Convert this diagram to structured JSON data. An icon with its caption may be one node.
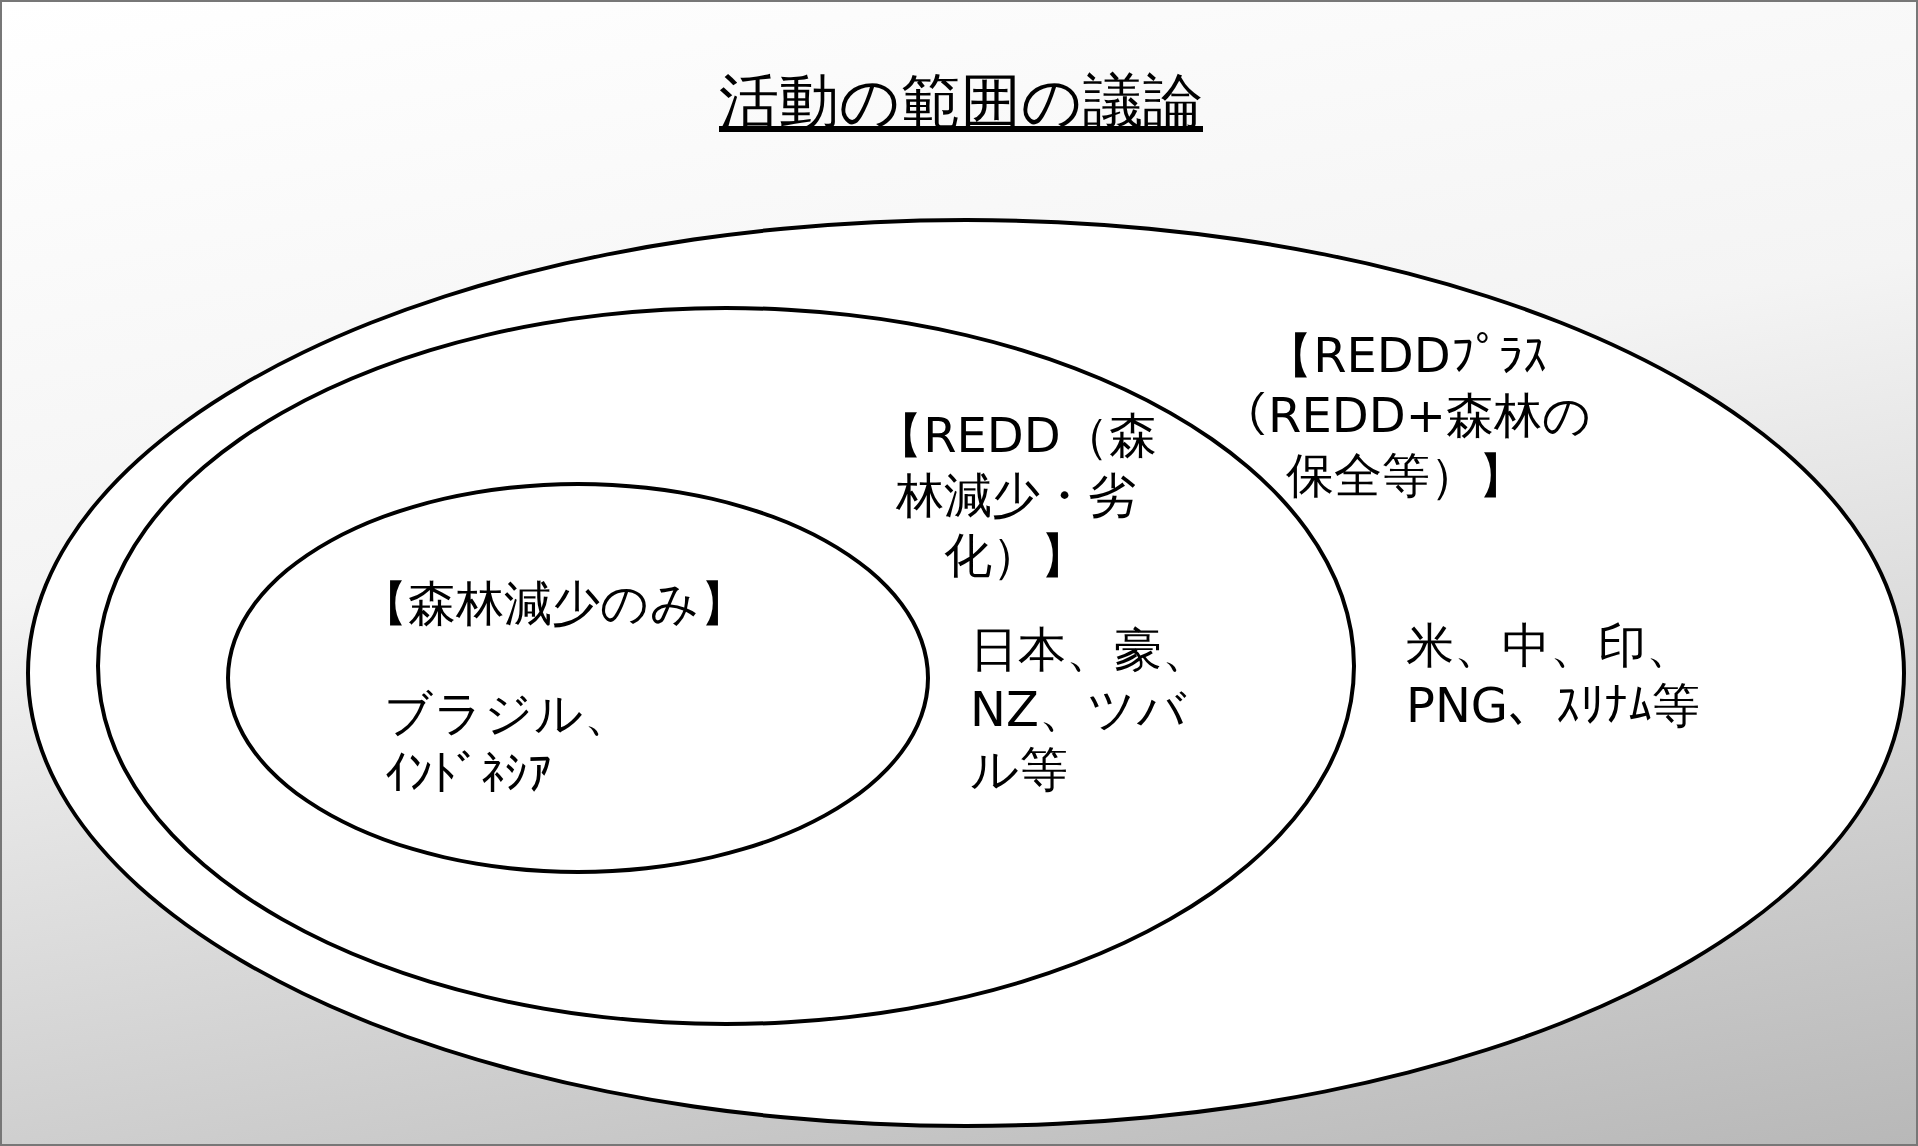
{
  "diagram": {
    "title": "活動の範囲の議論",
    "nodes": [
      {
        "text": [
          "【REDDﾌﾟﾗｽ（REDD+森林の保全等）】",
          "米、中、印、PNG、ｽﾘﾅﾑ等"
        ]
      },
      {
        "text": [
          "【REDD（森林減少・劣化）】",
          "日本、豪、NZ、ツバル等"
        ],
        "in": 0
      },
      {
        "text": [
          "【森林減少のみ】",
          "ブラジル、ｲﾝﾄﾞﾈｼｱ"
        ],
        "in": 1
      }
    ]
  }
}
